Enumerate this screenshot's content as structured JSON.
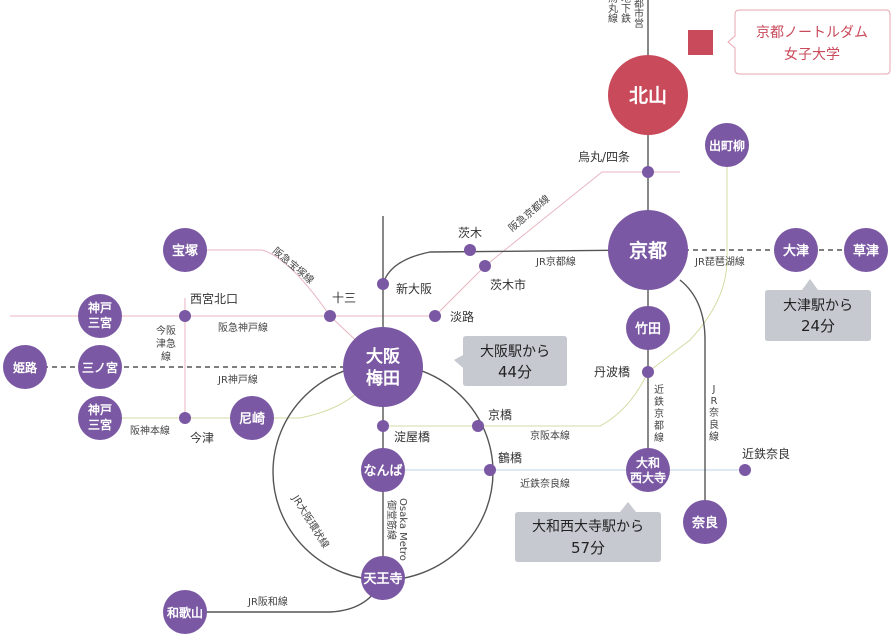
{
  "colors": {
    "station": "#7a58a3",
    "accent": "#c94a5a",
    "track": "#555555",
    "hankyu_pink": "#e8b6c2",
    "jr_green": "#d6dba4",
    "keihan_blue": "#bcd3e8",
    "gray_box": "#c7c9d1"
  },
  "legend": {
    "line1": "京都ノートルダム",
    "line2": "女子大学"
  },
  "stations": {
    "kitayama": "北山",
    "kyoto": "京都",
    "osaka_1": "大阪",
    "osaka_2": "梅田",
    "takarazuka": "宝塚",
    "kobe_sannomiya_1": "神戸",
    "kobe_sannomiya_2": "三宮",
    "himeji": "姫路",
    "sannomiya": "三ノ宮",
    "kobe2_1": "神戸",
    "kobe2_2": "三宮",
    "amagasaki": "尼崎",
    "namba": "なんば",
    "tennoji": "天王寺",
    "wakayama": "和歌山",
    "demachiyanagi": "出町柳",
    "otsu": "大津",
    "kusatsu": "草津",
    "takeda": "竹田",
    "yamato_1": "大和",
    "yamato_2": "西大寺",
    "nara": "奈良"
  },
  "labels": {
    "karasuma_shijo": "烏丸/四条",
    "ibaraki": "茨木",
    "ibarakishi": "茨木市",
    "shinosaka": "新大阪",
    "juso": "十三",
    "awaji": "淡路",
    "nishinomiya_kitaguchi": "西宮北口",
    "imazu": "今津",
    "tambabashi": "丹波橋",
    "kyobashi": "京橋",
    "yodoyabashi": "淀屋橋",
    "tsuruhashi": "鶴橋",
    "kintetsu_nara": "近鉄奈良"
  },
  "lines": {
    "subway_karasuma": [
      "京都市営",
      "地下鉄",
      "烏丸線"
    ],
    "hankyu_kyoto": "阪急京都線",
    "jr_kyoto": "JR京都線",
    "hankyu_takarazuka": "阪急宝塚線",
    "hankyu_kobe": "阪急神戸線",
    "hankyu_imazu": [
      "今阪",
      "津急",
      "線"
    ],
    "jr_kobe": "JR神戸線",
    "hanshin": "阪神本線",
    "jr_biwako": "JR琵琶湖線",
    "keihan": "京阪本線",
    "kintetsu_kyoto": [
      "近",
      "鉄",
      "京",
      "都",
      "線"
    ],
    "jr_nara": [
      "J",
      "R",
      "奈",
      "良",
      "線"
    ],
    "kintetsu_nara": "近鉄奈良線",
    "osaka_metro_1": "Osaka Metro",
    "osaka_metro_2": "御堂筋線",
    "jr_loop": "JR大阪環状線",
    "jr_hanwa": "JR阪和線"
  },
  "callouts": {
    "osaka": {
      "line1": "大阪駅から",
      "line2": "44分"
    },
    "otsu": {
      "line1": "大津駅から",
      "line2": "24分"
    },
    "yamato": {
      "line1": "大和西大寺駅から",
      "line2": "57分"
    }
  }
}
